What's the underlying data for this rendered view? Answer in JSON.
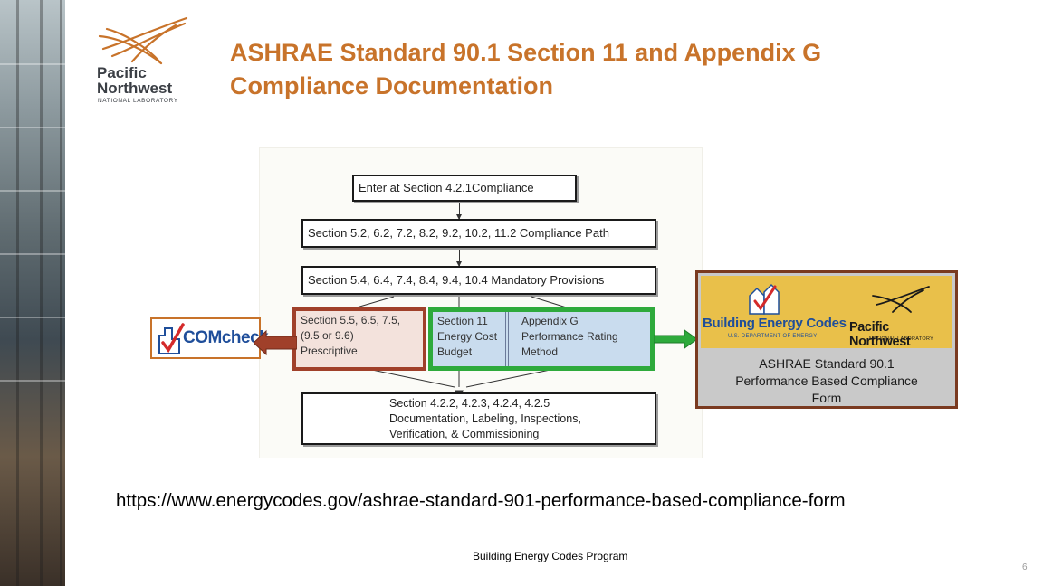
{
  "header": {
    "title_line1": "ASHRAE Standard 90.1 Section 11 and Appendix G",
    "title_line2": "Compliance Documentation"
  },
  "logo": {
    "line1": "Pacific",
    "line2": "Northwest",
    "sub": "NATIONAL LABORATORY"
  },
  "flowchart": {
    "enter": "Enter at Section 4.2.1Compliance",
    "path": "Section 5.2, 6.2, 7.2, 8.2, 9.2, 10.2, 11.2 Compliance Path",
    "mandatory": "Section 5.4, 6.4, 7.4, 8.4, 9.4, 10.4 Mandatory Provisions",
    "prescriptive": [
      "Section 5.5, 6.5, 7.5,",
      "(9.5 or 9.6)",
      "Prescriptive"
    ],
    "ecb": [
      "Section 11",
      "Energy Cost",
      "Budget"
    ],
    "appg": [
      "Appendix G",
      "Performance Rating",
      "Method"
    ],
    "documentation": [
      "Section 4.2.2, 4.2.3, 4.2.4, 4.2.5",
      "Documentation, Labeling, Inspections,",
      "Verification, & Commissioning"
    ]
  },
  "comcheck": {
    "label": "COMcheck"
  },
  "form_card": {
    "bec_label": "Building Energy Codes",
    "bec_sub": "U.S. DEPARTMENT OF ENERGY",
    "pnnl_label": "Pacific Northwest",
    "pnnl_sub": "NATIONAL LABORATORY",
    "caption_line1": "ASHRAE Standard 90.1",
    "caption_line2": "Performance Based Compliance",
    "caption_line3": "Form"
  },
  "url": "https://www.energycodes.gov/ashrae-standard-901-performance-based-compliance-form",
  "footer": "Building Energy Codes Program",
  "page_number": "6",
  "colors": {
    "title": "#c8732a",
    "prescriptive_border": "#a0402a",
    "performance_border": "#2eaa3c",
    "form_border": "#7a3a20",
    "form_banner": "#e9c04a",
    "form_caption_bg": "#c9c9c9"
  }
}
